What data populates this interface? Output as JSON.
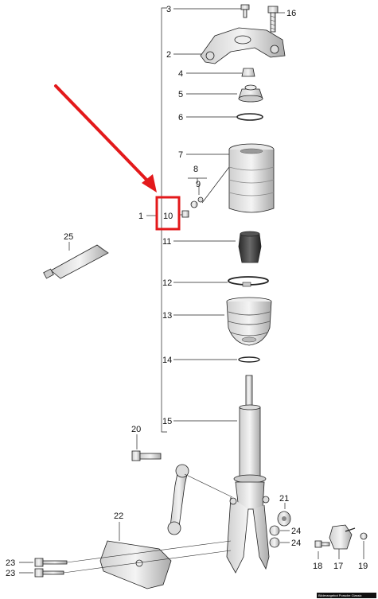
{
  "diagram": {
    "labels": {
      "p1": "1",
      "p2": "2",
      "p3": "3",
      "p4": "4",
      "p5": "5",
      "p6": "6",
      "p7": "7",
      "p8": "8",
      "p9": "9",
      "p10": "10",
      "p11": "11",
      "p12": "12",
      "p13": "13",
      "p14": "14",
      "p15": "15",
      "p16": "16",
      "p17": "17",
      "p18": "18",
      "p19": "19",
      "p20": "20",
      "p21": "21",
      "p22": "22",
      "p23a": "23",
      "p23b": "23",
      "p24a": "24",
      "p24b": "24",
      "p25": "25"
    },
    "highlight": {
      "color": "#e3191b",
      "target": "10"
    },
    "arrow_color": "#e3191b",
    "credit": "Bilderangebot Porsche Classic"
  }
}
